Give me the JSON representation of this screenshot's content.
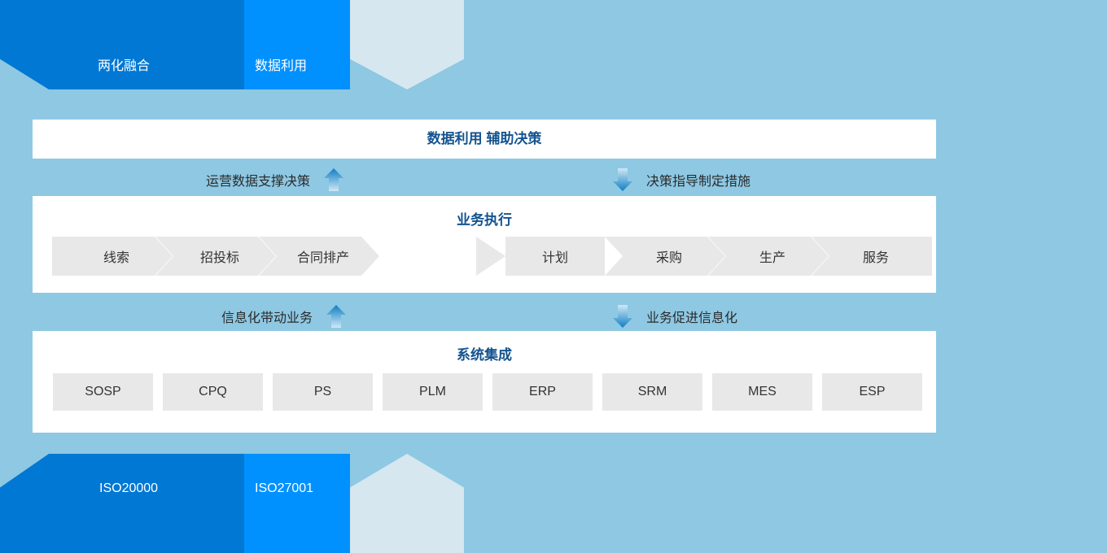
{
  "banner_top": {
    "segments": [
      {
        "label": "两化融合",
        "color": "#0078d4"
      },
      {
        "label": "数据利用",
        "color": "#0091ff"
      },
      {
        "label": "",
        "color": "#d6e7f0"
      }
    ]
  },
  "banner_bottom": {
    "segments": [
      {
        "label": "ISO20000",
        "color": "#0078d4"
      },
      {
        "label": "ISO27001",
        "color": "#0091ff"
      },
      {
        "label": "",
        "color": "#d6e7f0"
      }
    ]
  },
  "decision_panel": {
    "title": "数据利用 辅助决策"
  },
  "connector_top": {
    "left_text": "运营数据支撑决策",
    "left_icon": "arrow-up-icon",
    "right_text": "决策指导制定措施",
    "right_icon": "arrow-down-icon"
  },
  "business_panel": {
    "title": "业务执行",
    "left_steps": [
      "线索",
      "招投标",
      "合同排产"
    ],
    "right_steps": [
      "计划",
      "采购",
      "生产",
      "服务"
    ]
  },
  "connector_bottom": {
    "left_text": "信息化带动业务",
    "left_icon": "arrow-up-icon",
    "right_text": "业务促进信息化",
    "right_icon": "arrow-down-icon"
  },
  "systems_panel": {
    "title": "系统集成",
    "systems": [
      "SOSP",
      "CPQ",
      "PS",
      "PLM",
      "ERP",
      "SRM",
      "MES",
      "ESP"
    ]
  },
  "colors": {
    "background": "#8ec8e3",
    "panel": "#ffffff",
    "title": "#13538f",
    "chip": "#e8e8e8",
    "brand_dark": "#0078d4",
    "brand_light": "#0091ff",
    "brand_pale": "#d6e7f0",
    "arrow_up": "#1e9ad6",
    "arrow_down": "#0f7ec4"
  }
}
